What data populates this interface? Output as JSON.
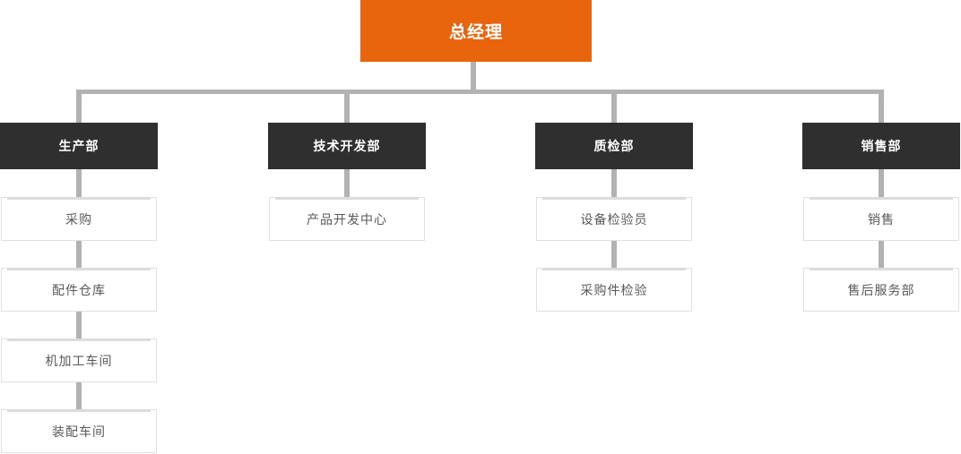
{
  "chart": {
    "root": {
      "label": "总经理"
    },
    "columns": [
      {
        "dept": "生产部",
        "children": [
          "采购",
          "配件仓库",
          "机加工车间",
          "装配车间"
        ]
      },
      {
        "dept": "技术开发部",
        "children": [
          "产品开发中心"
        ]
      },
      {
        "dept": "质检部",
        "children": [
          "设备检验员",
          "采购件检验"
        ]
      },
      {
        "dept": "销售部",
        "children": [
          "销售",
          "售后服务部"
        ]
      }
    ],
    "colors": {
      "page_bg": "#ffffff",
      "root_bg": "#e8650d",
      "dept_bg": "#2f2f2f",
      "connector": "#b2b2b2",
      "child_border": "#e0e0e0",
      "child_accent": "#dcdcdc",
      "child_text": "#595959"
    }
  }
}
